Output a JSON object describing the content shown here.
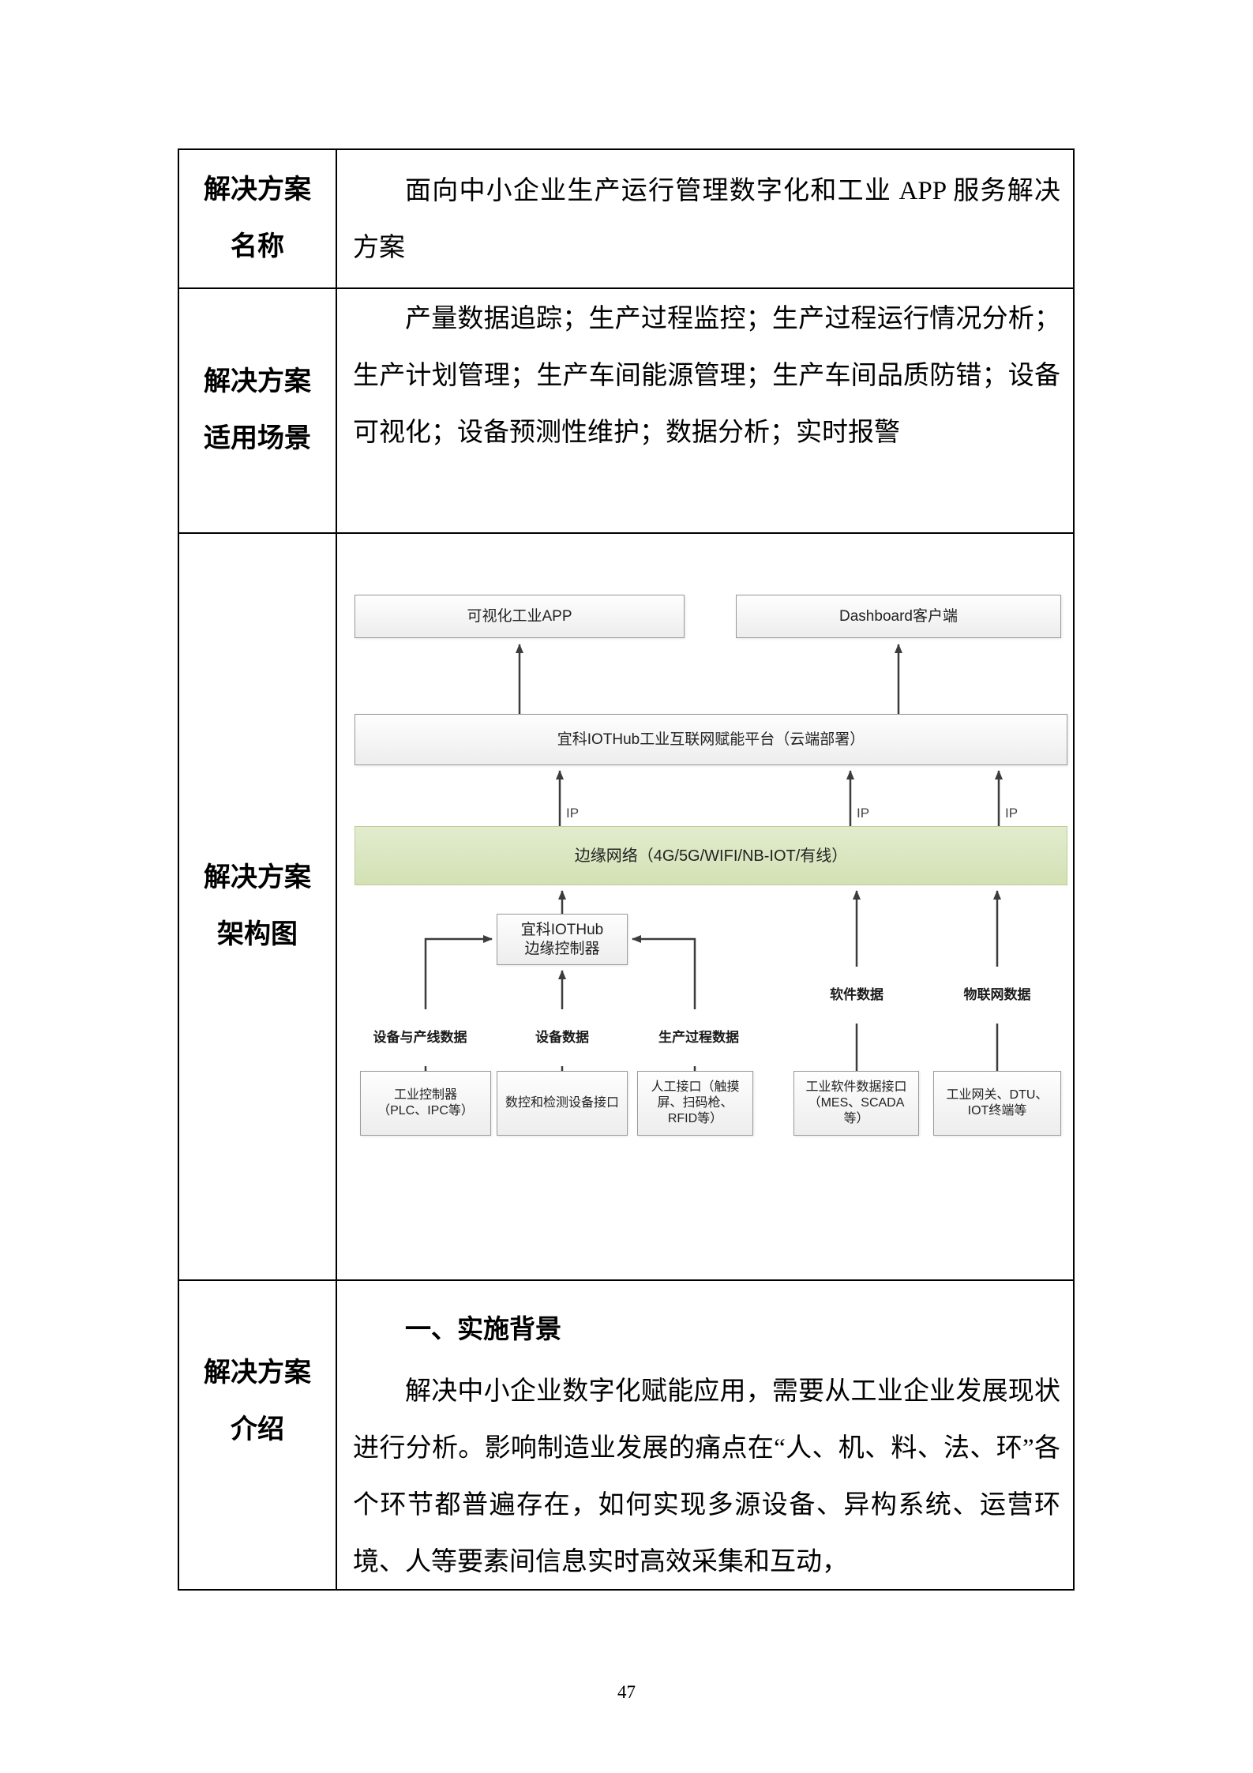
{
  "table": {
    "rows": [
      {
        "label_line1": "解决方案",
        "label_line2": "名称",
        "content": "面向中小企业生产运行管理数字化和工业 APP 服务解决方案"
      },
      {
        "label_line1": "解决方案",
        "label_line2": "适用场景",
        "content": "产量数据追踪；生产过程监控；生产过程运行情况分析；生产计划管理；生产车间能源管理；生产车间品质防错；设备可视化；设备预测性维护；数据分析；实时报警"
      },
      {
        "label_line1": "解决方案",
        "label_line2": "架构图"
      },
      {
        "label_line1": "解决方案",
        "label_line2": "介绍",
        "heading": "一、实施背景",
        "paragraph": "解决中小企业数字化赋能应用，需要从工业企业发展现状进行分析。影响制造业发展的痛点在“人、机、料、法、环”各个环节都普遍存在，如何实现多源设备、异构系统、运营环境、人等要素间信息实时高效采集和互动，"
      }
    ]
  },
  "diagram": {
    "top_boxes": [
      "可视化工业APP",
      "Dashboard客户端"
    ],
    "platform": "宜科IOTHub工业互联网赋能平台（云端部署）",
    "ip_label": "IP",
    "edge_network": "边缘网络（4G/5G/WIFI/NB-IOT/有线）",
    "edge_controller_line1": "宜科IOTHub",
    "edge_controller_line2": "边缘控制器",
    "data_labels": [
      "设备与产线数据",
      "设备数据",
      "生产过程数据",
      "软件数据",
      "物联网数据"
    ],
    "bottom_boxes": [
      "工业控制器\n（PLC、IPC等）",
      "数控和检测设备接口",
      "人工接口（触摸屏、扫码枪、RFID等）",
      "工业软件数据接口\n（MES、SCADA等）",
      "工业网关、DTU、IOT终端等"
    ]
  },
  "page": {
    "number": "47"
  }
}
